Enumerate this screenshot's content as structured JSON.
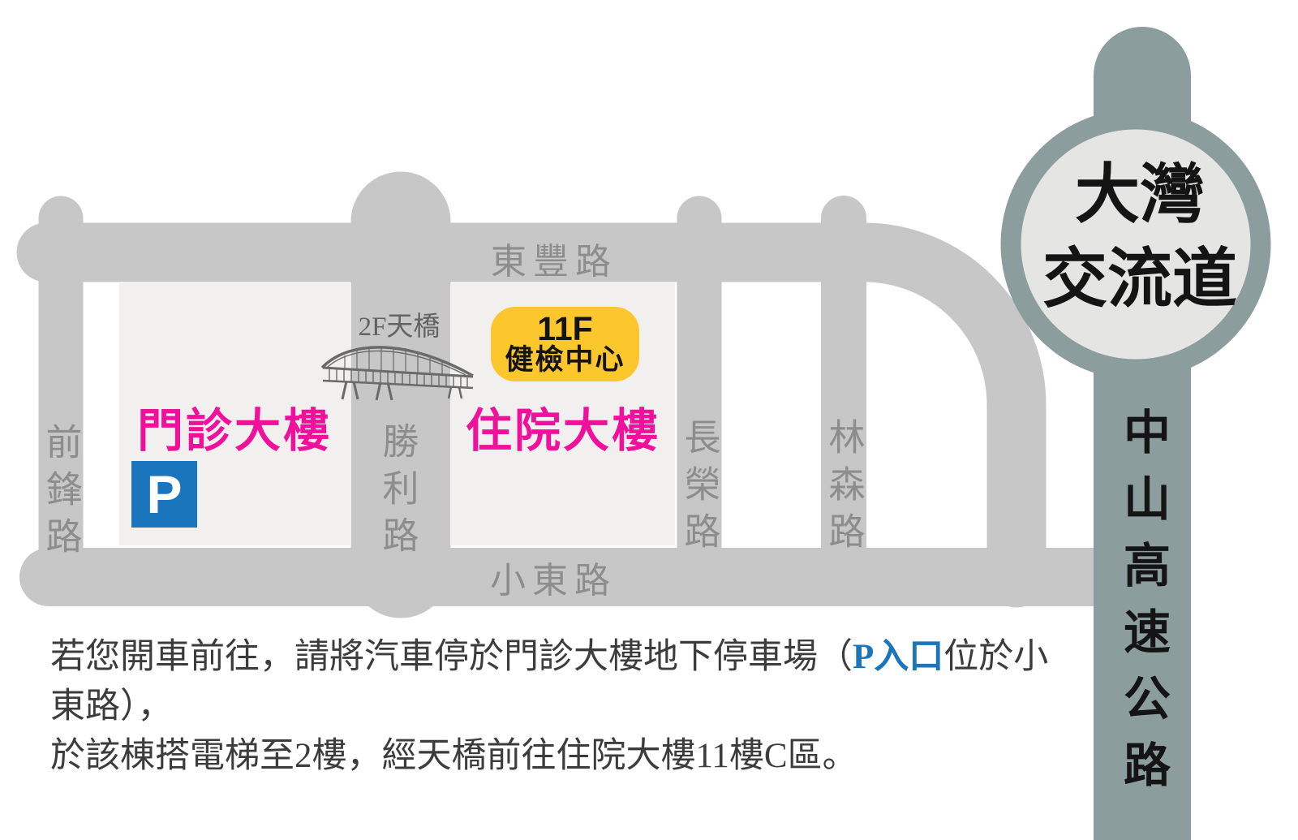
{
  "map": {
    "road_labels": {
      "dongfeng": "東豐路",
      "xiaodong": "小東路",
      "qianfeng": "前鋒路",
      "shengli": "勝利路",
      "changrong": "長榮路",
      "linsen": "林森路"
    },
    "buildings": {
      "outpatient": "門診大樓",
      "inpatient": "住院大樓"
    },
    "checkup_badge": {
      "floor": "11F",
      "name": "健檢中心"
    },
    "skybridge_label": "2F天橋",
    "parking_symbol": "P",
    "interchange": {
      "line1": "大灣",
      "line2": "交流道"
    },
    "highway_label": "中山高速公路"
  },
  "note": {
    "line1_pre": "若您開車前往，請將汽車停於門診大樓地下停車場（",
    "line1_highlight": "P入口",
    "line1_post": "位於小東路），",
    "line2": "於該棟搭電梯至2樓，經天橋前往住院大樓11樓C區。"
  },
  "colors": {
    "road": "#c7c7c7",
    "building_fill": "#f1f0ee",
    "road_label": "#8d8d8d",
    "building_label": "#f0109b",
    "badge_bg": "#fcc72c",
    "parking_bg": "#1b75bc",
    "highway": "#8b9e9d",
    "interchange_fill": "#e5e6e3",
    "bridge": "#6a6a6a",
    "note_text": "#3c3c3c",
    "note_highlight": "#1b75bc"
  }
}
